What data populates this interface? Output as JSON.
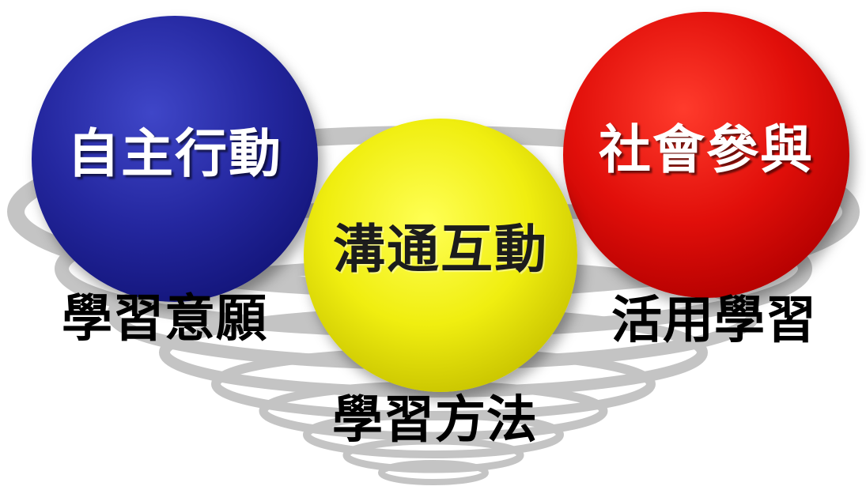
{
  "circles": {
    "left": {
      "label": "自主行動",
      "color": "#1a1d8c"
    },
    "center": {
      "label": "溝通互動",
      "color": "#e6e400"
    },
    "right": {
      "label": "社會參與",
      "color": "#d40000"
    }
  },
  "captions": {
    "left": "學習意願",
    "center": "學習方法",
    "right": "活用學習"
  },
  "funnel_color": "#c2c2c2"
}
